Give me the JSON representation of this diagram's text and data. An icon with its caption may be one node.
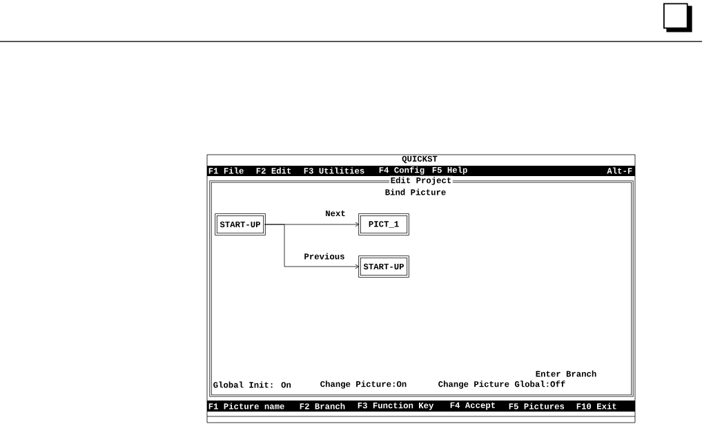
{
  "diagram": {
    "nodes": [
      {
        "text": [
          "START-UP"
        ]
      },
      {
        "text": [
          "PICT_1"
        ]
      },
      {
        "text": [
          "START-UP"
        ]
      }
    ],
    "edges": [
      {
        "from": 0,
        "to": 1,
        "arrow": "to",
        "label": "Next"
      },
      {
        "from": 0,
        "to": 2,
        "arrow": "to",
        "label": "Previous"
      }
    ],
    "labels": [
      "QUICKST",
      "F1 File",
      "F2 Edit",
      "F3 Utilities",
      "F4 Config",
      "F5 Help",
      "Alt-F",
      "Edit Project",
      "Bind Picture",
      "Enter Branch",
      "Global Init: On",
      "Change Picture:On",
      "Change Picture Global:Off",
      "F1 Picture name",
      "F2 Branch",
      "F3 Function Key",
      "F4 Accept",
      "F5 Pictures",
      "F10 Exit"
    ]
  }
}
